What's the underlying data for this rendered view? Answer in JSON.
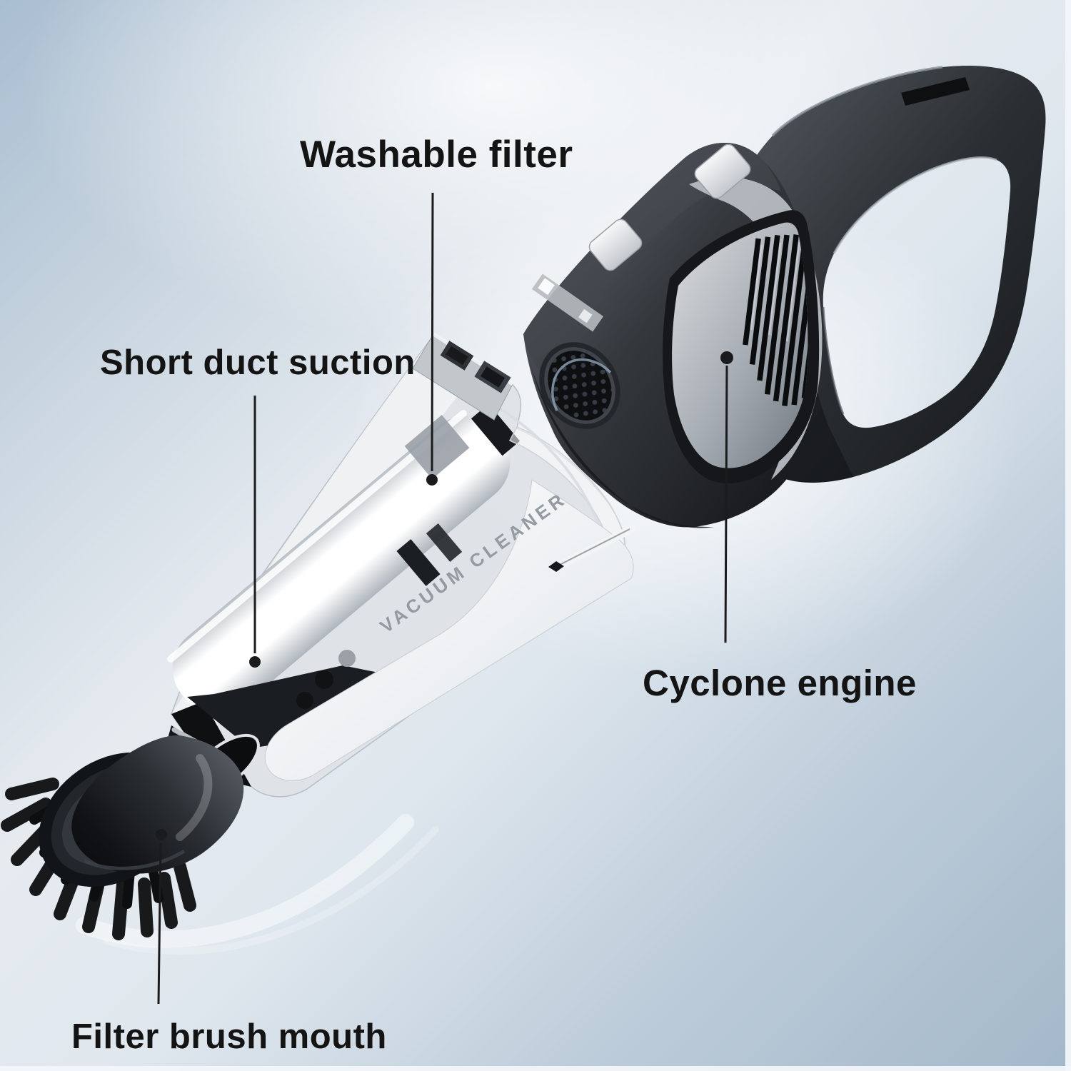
{
  "product": {
    "body_text": "VACUUM CLEANER"
  },
  "annotations": {
    "washable_filter": {
      "label": "Washable filter"
    },
    "short_duct_suction": {
      "label": "Short duct suction"
    },
    "cyclone_engine": {
      "label": "Cyclone engine"
    },
    "filter_brush_mouth": {
      "label": "Filter brush mouth"
    }
  },
  "colors": {
    "background_light": "#e9eef3",
    "background_edge": "#a6bacc",
    "label_text": "#141414",
    "annotation_line": "#1b1b1d",
    "product_dark": "#24272b",
    "product_white": "#ffffff",
    "marking_text": "#949aa1"
  }
}
